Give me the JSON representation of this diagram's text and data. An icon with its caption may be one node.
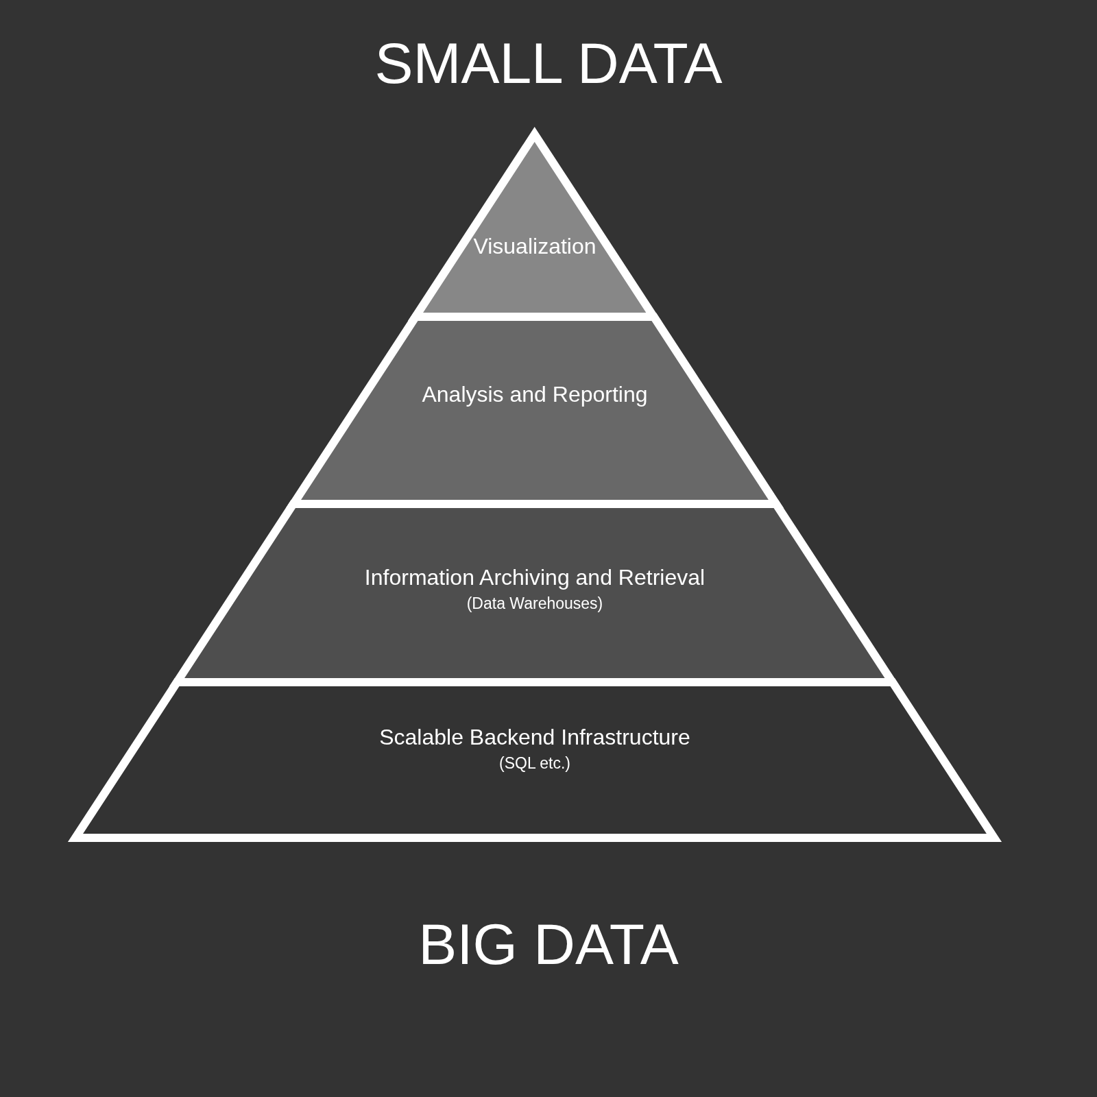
{
  "diagram": {
    "nodes": [
      {
        "text": [
          "Visualization"
        ]
      },
      {
        "text": [
          "Analysis and Reporting"
        ]
      },
      {
        "text": [
          "Information Archiving and Retrieval",
          "(Data Warehouses)"
        ]
      },
      {
        "text": [
          "Scalable Backend Infrastructure",
          "(SQL etc.)"
        ]
      }
    ],
    "edges": [],
    "labels": [
      "SMALL DATA",
      "BIG DATA"
    ]
  }
}
